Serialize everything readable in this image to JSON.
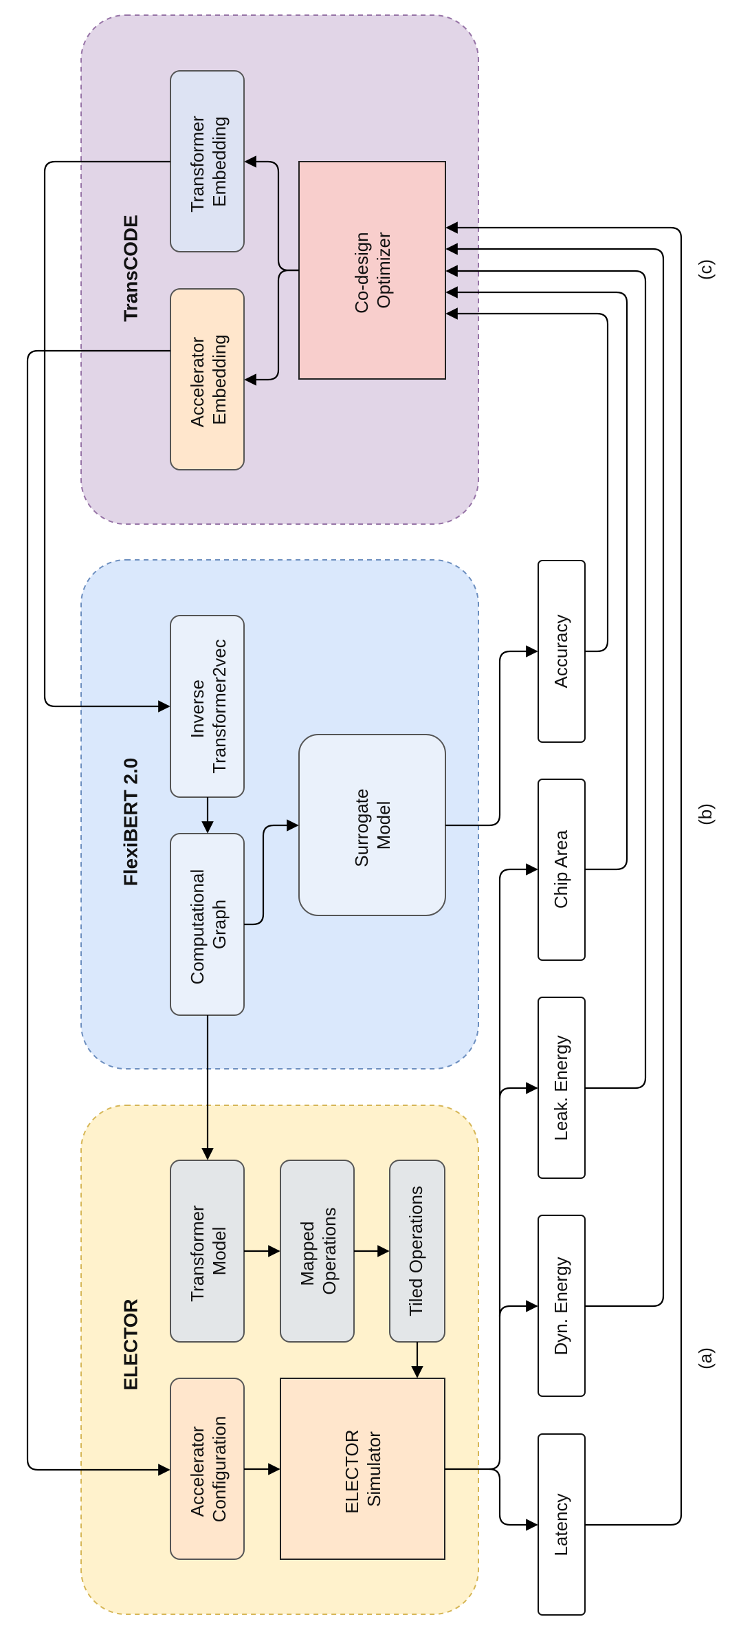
{
  "diagram": {
    "panels": {
      "transcode": {
        "title": "TransCODE",
        "transformer_embedding": [
          "Transformer",
          "Embedding"
        ],
        "accelerator_embedding": [
          "Accelerator",
          "Embedding"
        ],
        "codesign_optimizer": [
          "Co-design",
          "Optimizer"
        ]
      },
      "flexibert": {
        "title": "FlexiBERT 2.0",
        "inverse_t2v": [
          "Inverse",
          "Transformer2vec"
        ],
        "computational_graph": [
          "Computational",
          "Graph"
        ],
        "surrogate_model": [
          "Surrogate",
          "Model"
        ]
      },
      "elector": {
        "title": "ELECTOR",
        "transformer_model": [
          "Transformer",
          "Model"
        ],
        "mapped_operations": [
          "Mapped",
          "Operations"
        ],
        "tiled_operations": "Tiled Operations",
        "accelerator_configuration": [
          "Accelerator",
          "Configuration"
        ],
        "elector_simulator": [
          "ELECTOR",
          "Simulator"
        ]
      }
    },
    "metrics": {
      "accuracy": "Accuracy",
      "chip_area": "Chip Area",
      "leak_energy": "Leak. Energy",
      "dyn_energy": "Dyn. Energy",
      "latency": "Latency"
    },
    "captions": {
      "a": "(a)",
      "b": "(b)",
      "c": "(c)"
    },
    "colors": {
      "transcode_fill": "#e1d5e7",
      "transcode_border": "#9673a6",
      "flexibert_fill": "#dae8fc",
      "flexibert_border": "#6c8ebf",
      "elector_fill": "#fff2cc",
      "elector_border": "#d6b656",
      "transformer_embedding_fill": "#dde3f3",
      "accelerator_fill": "#ffe6cc",
      "optimizer_fill": "#f8cecc",
      "light_blue_box": "#eaf1fb",
      "grey_box": "#e3e6e8"
    }
  }
}
